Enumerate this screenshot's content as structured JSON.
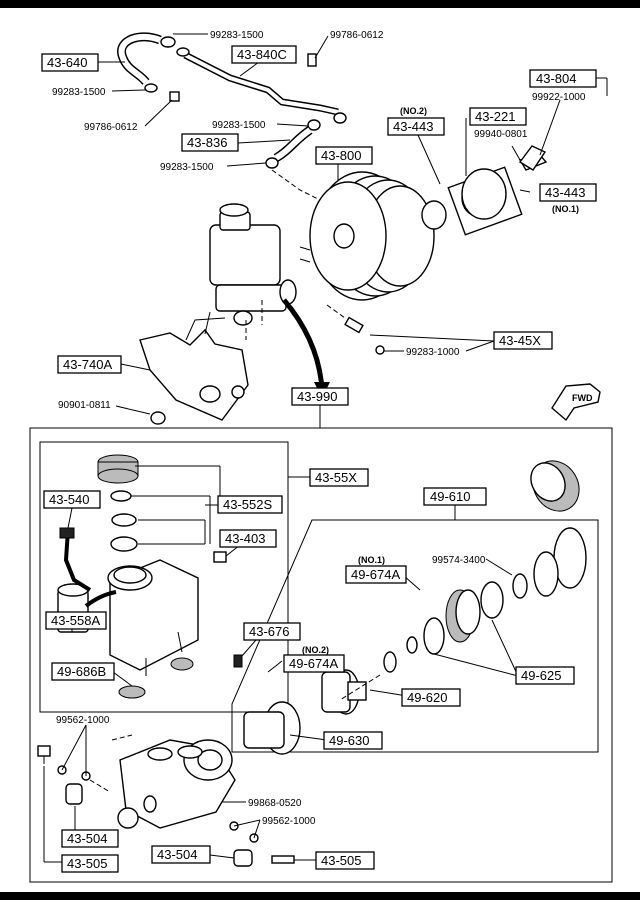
{
  "fwd_label": "FWD",
  "labels": {
    "l_43_640": "43-640",
    "l_43_840c": "43-840C",
    "l_43_804": "43-804",
    "l_43_221": "43-221",
    "l_43_443a": "43-443",
    "l_43_443b": "43-443",
    "l_43_836": "43-836",
    "l_43_800": "43-800",
    "l_43_45x": "43-45X",
    "l_43_740a": "43-740A",
    "l_43_990": "43-990",
    "l_43_55x": "43-55X",
    "l_43_540": "43-540",
    "l_43_552s": "43-552S",
    "l_43_403": "43-403",
    "l_43_558a": "43-558A",
    "l_49_686b": "49-686B",
    "l_49_610": "49-610",
    "l_49_674a1": "49-674A",
    "l_49_674a2": "49-674A",
    "l_43_676": "43-676",
    "l_49_625": "49-625",
    "l_49_620": "49-620",
    "l_49_630": "49-630",
    "l_43_504a": "43-504",
    "l_43_505a": "43-505",
    "l_43_504b": "43-504",
    "l_43_505b": "43-505"
  },
  "notes": {
    "no2_top": "(NO.2)",
    "no1_right": "(NO.1)",
    "no1_piston": "(NO.1)",
    "no2_piston": "(NO.2)"
  },
  "part_numbers": {
    "p1": "99283-1500",
    "p2": "99786-0612",
    "p3": "99283-1500",
    "p4": "99786-0612",
    "p5": "99922-1000",
    "p6": "99940-0801",
    "p7": "99283-1500",
    "p8": "99283-1500",
    "p9": "99283-1000",
    "p10": "90901-0811",
    "p11": "99574-3400",
    "p12": "99562-1000",
    "p13": "99868-0520",
    "p14": "99562-1000"
  }
}
